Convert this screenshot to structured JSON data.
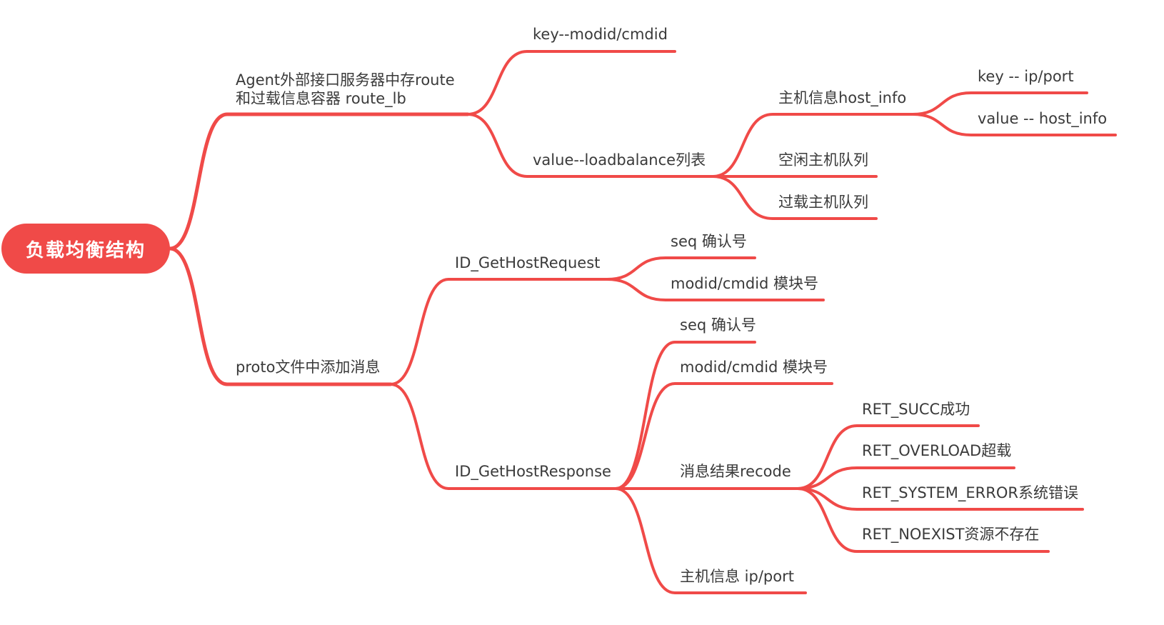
{
  "colors": {
    "branch": "#f04a48",
    "text": "#3a3a3a",
    "root_text": "#ffffff"
  },
  "root": "负载均衡结构",
  "n1": {
    "line1": "Agent外部接口服务器中存route",
    "line2": "和过载信息容器 route_lb"
  },
  "n1a": "key--modid/cmdid",
  "n1b": "value--loadbalance列表",
  "n1b1": "主机信息host_info",
  "n1b1a": "key -- ip/port",
  "n1b1b": "value -- host_info",
  "n1b2": "空闲主机队列",
  "n1b3": "过载主机队列",
  "n2": "proto文件中添加消息",
  "n2a": "ID_GetHostRequest",
  "n2a1": "seq 确认号",
  "n2a2": "modid/cmdid 模块号",
  "n2b": "ID_GetHostResponse",
  "n2b1": "seq 确认号",
  "n2b2": "modid/cmdid 模块号",
  "n2b3": "消息结果recode",
  "n2b3a": "RET_SUCC成功",
  "n2b3b": "RET_OVERLOAD超载",
  "n2b3c": "RET_SYSTEM_ERROR系统错误",
  "n2b3d": "RET_NOEXIST资源不存在",
  "n2b4": "主机信息 ip/port"
}
